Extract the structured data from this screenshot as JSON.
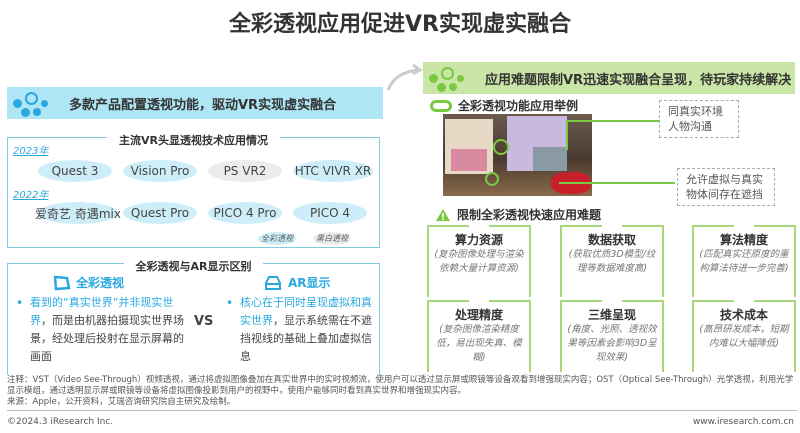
{
  "title": "全彩透视应用促进VR实现虚实融合",
  "left": {
    "banner": "多款产品配置透视功能，驱动VR实现虚实融合",
    "products_box": {
      "title": "主流VR头显透视技术应用情况",
      "year_2023": "2023年",
      "year_2022": "2022年",
      "row_2023": [
        {
          "name": "Quest 3",
          "type": "color"
        },
        {
          "name": "Vision Pro",
          "type": "color"
        },
        {
          "name": "PS VR2",
          "type": "bw"
        },
        {
          "name": "HTC VIVR XR",
          "type": "color"
        }
      ],
      "row_2022": [
        {
          "name": "爱奇艺 奇遇mix",
          "type": "color"
        },
        {
          "name": "Quest Pro",
          "type": "color"
        },
        {
          "name": "PICO 4 Pro",
          "type": "color"
        },
        {
          "name": "PICO 4",
          "type": "color"
        }
      ],
      "legend_color": "全彩透视",
      "legend_bw": "黑白透视"
    },
    "compare_box": {
      "title": "全彩透视与AR显示区别",
      "vst_title": "全彩透视",
      "vst_highlight": "看到的“真实世界”并非现实世界",
      "vst_text": "，而是由机器拍摄现实世界场景，经处理后投射在显示屏幕的画面",
      "vs": "VS",
      "ar_title": "AR显示",
      "ar_highlight": "核心在于同时呈现虚拟和真实世界",
      "ar_text": "，显示系统需在不遮挡视线的基础上叠加虚拟信息"
    }
  },
  "right": {
    "banner": "应用难题限制VR迅速实现融合呈现，待玩家持续解决",
    "example_title": "全彩透视功能应用举例",
    "callout_1": "同真实环境人物沟通",
    "callout_2": "允许虚拟与真实物体间存在遮挡",
    "problems_title": "限制全彩透视快速应用难题",
    "problems": [
      {
        "title": "算力资源",
        "desc": "(复杂图像处理与渲染依赖大量计算资源)"
      },
      {
        "title": "数据获取",
        "desc": "(获取优质3D模型/纹理等数据难度高)"
      },
      {
        "title": "算法精度",
        "desc": "(匹配真实还原度的重构算法待进一步完善)"
      },
      {
        "title": "处理精度",
        "desc": "(复杂图像渲染精度低，易出现失真、模糊)"
      },
      {
        "title": "三维呈现",
        "desc": "(角度、光照、透视效果等因素会影响3D呈现效果)"
      },
      {
        "title": "技术成本",
        "desc": "(高昂研发成本，短期内难以大幅降低)"
      }
    ]
  },
  "footer": {
    "note": "注释：VST（Video See-Through）视频透视，通过将虚拟图像叠加在真实世界中的实时视频流，使用户可以透过显示屏或眼镜等设备观看到增强现实内容；OST（Optical See-Through）光学透视，利用光学显示模组，通过透明显示屏或眼镜等设备将虚拟图像投影到用户的视野中，使用户能够同时看到真实世界和增强现实内容。",
    "source": "来源：Apple，公开资料，艾瑞咨询研究院自主研究及绘制。",
    "copyright": "©2024.3 iResearch Inc.",
    "website": "www.iresearch.com.cn"
  },
  "colors": {
    "blue": "#29a8e0",
    "green": "#7ac943",
    "lightblue": "#aee6f5",
    "lightgreen": "#c9e6a6"
  }
}
